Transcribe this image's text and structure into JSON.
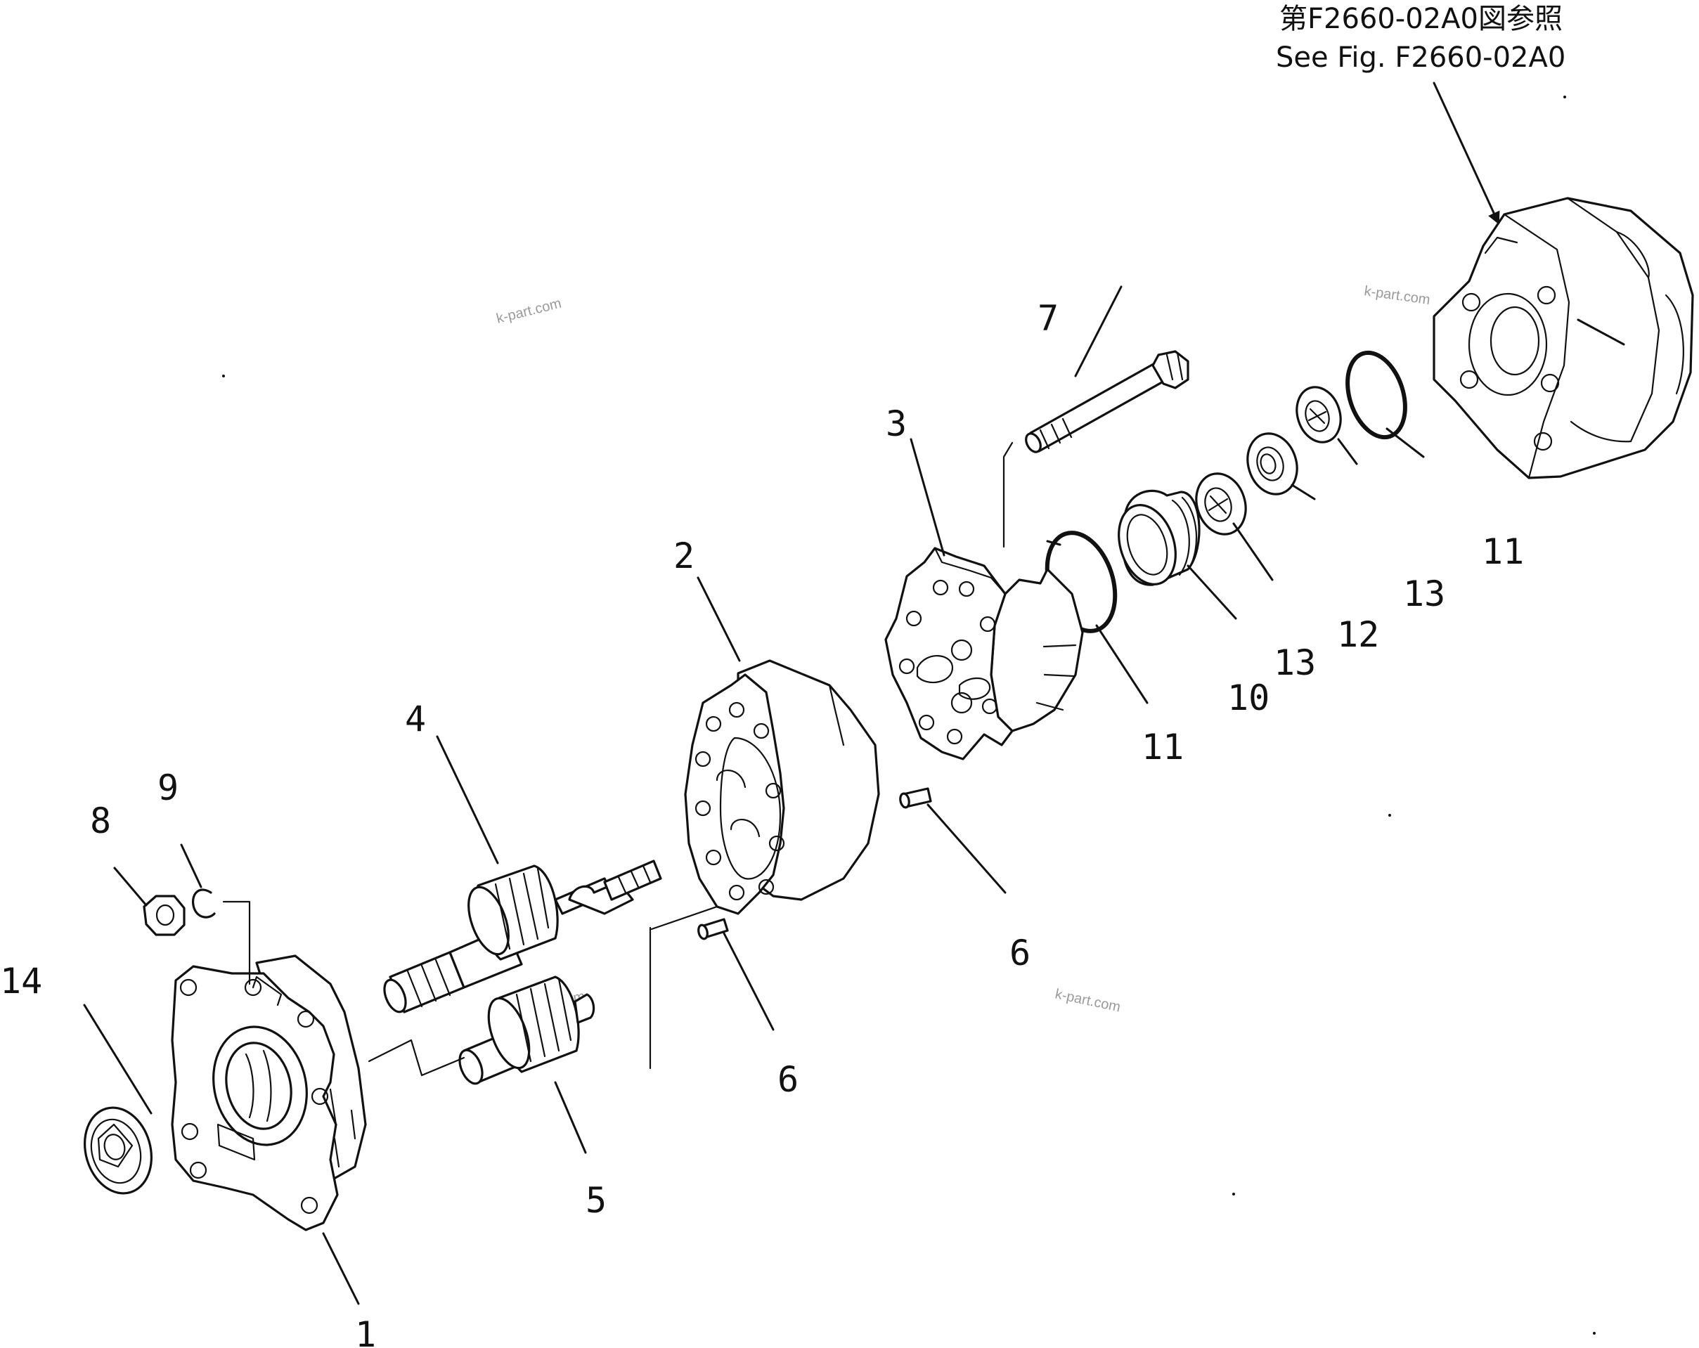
{
  "reference": {
    "japanese": "第F2660-02A0図参照",
    "english": "See Fig. F2660-02A0"
  },
  "watermarks": [
    "k-part.com",
    "k-part.com",
    "k-part.com",
    "k-part.com"
  ],
  "callouts": [
    {
      "id": "c1",
      "label": "1"
    },
    {
      "id": "c2",
      "label": "2"
    },
    {
      "id": "c3",
      "label": "3"
    },
    {
      "id": "c4",
      "label": "4"
    },
    {
      "id": "c5",
      "label": "5"
    },
    {
      "id": "c6a",
      "label": "6"
    },
    {
      "id": "c6b",
      "label": "6"
    },
    {
      "id": "c7",
      "label": "7"
    },
    {
      "id": "c8",
      "label": "8"
    },
    {
      "id": "c9",
      "label": "9"
    },
    {
      "id": "c10",
      "label": "10"
    },
    {
      "id": "c11a",
      "label": "11"
    },
    {
      "id": "c11b",
      "label": "11"
    },
    {
      "id": "c12",
      "label": "12"
    },
    {
      "id": "c13a",
      "label": "13"
    },
    {
      "id": "c13b",
      "label": "13"
    },
    {
      "id": "c14",
      "label": "14"
    }
  ]
}
